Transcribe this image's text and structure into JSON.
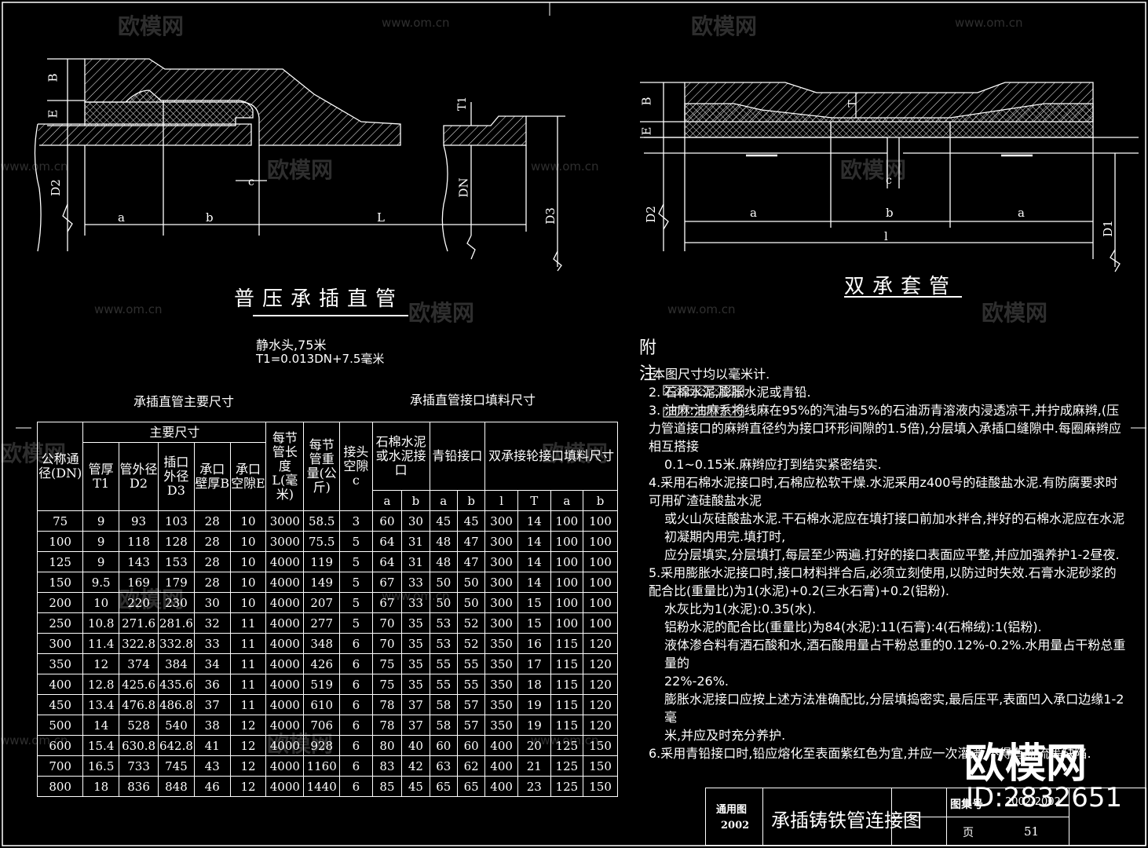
{
  "left_drawing": {
    "title": "普压承插直管",
    "dims": {
      "B": "B",
      "E": "E",
      "T1": "T1",
      "D2": "D2",
      "DN": "DN",
      "D3": "D3",
      "a": "a",
      "b": "b",
      "L": "L",
      "c": "c"
    },
    "note_line1": "静水头,75米",
    "note_line2": "T1=0.013DN+7.5毫米"
  },
  "right_drawing": {
    "title": "双承套管",
    "dims": {
      "B": "B",
      "E": "E",
      "T": "T",
      "D2": "D2",
      "D1": "D1",
      "a": "a",
      "b": "b",
      "l": "l",
      "c": "c"
    }
  },
  "table_titles": {
    "main_dims": "承插直管主要尺寸",
    "joint_fill": "承插直管接口填料尺寸"
  },
  "table_headers": {
    "nominal": "公称通径(DN)",
    "main_size": "主要尺寸",
    "wall": "管厚T1",
    "od": "管外径D2",
    "socket_od": "插口外径D3",
    "bell_wall": "承口壁厚B",
    "bell_gap": "承口空隙E",
    "length": "每节管长度L(毫米)",
    "weight": "每节管重量(公斤)",
    "joint_gap": "接头空隙c",
    "asbestos": "石棉水泥或水泥接口",
    "lead": "青铅接口",
    "double": "双承接轮接口填料尺寸",
    "a": "a",
    "b": "b",
    "l": "l",
    "T": "T"
  },
  "table_rows": [
    [
      "75",
      "9",
      "93",
      "103",
      "28",
      "10",
      "3000",
      "58.5",
      "3",
      "60",
      "30",
      "45",
      "45",
      "300",
      "14",
      "100",
      "100"
    ],
    [
      "100",
      "9",
      "118",
      "128",
      "28",
      "10",
      "3000",
      "75.5",
      "5",
      "64",
      "31",
      "48",
      "47",
      "300",
      "14",
      "100",
      "100"
    ],
    [
      "125",
      "9",
      "143",
      "153",
      "28",
      "10",
      "4000",
      "119",
      "5",
      "64",
      "31",
      "48",
      "47",
      "300",
      "14",
      "100",
      "100"
    ],
    [
      "150",
      "9.5",
      "169",
      "179",
      "28",
      "10",
      "4000",
      "149",
      "5",
      "67",
      "33",
      "50",
      "50",
      "300",
      "14",
      "100",
      "100"
    ],
    [
      "200",
      "10",
      "220",
      "230",
      "30",
      "10",
      "4000",
      "207",
      "5",
      "67",
      "33",
      "50",
      "50",
      "300",
      "15",
      "100",
      "100"
    ],
    [
      "250",
      "10.8",
      "271.6",
      "281.6",
      "32",
      "11",
      "4000",
      "277",
      "5",
      "70",
      "35",
      "53",
      "52",
      "300",
      "15",
      "100",
      "100"
    ],
    [
      "300",
      "11.4",
      "322.8",
      "332.8",
      "33",
      "11",
      "4000",
      "348",
      "6",
      "70",
      "35",
      "53",
      "52",
      "350",
      "16",
      "115",
      "120"
    ],
    [
      "350",
      "12",
      "374",
      "384",
      "34",
      "11",
      "4000",
      "426",
      "6",
      "75",
      "35",
      "55",
      "55",
      "350",
      "17",
      "115",
      "120"
    ],
    [
      "400",
      "12.8",
      "425.6",
      "435.6",
      "36",
      "11",
      "4000",
      "519",
      "6",
      "75",
      "35",
      "55",
      "55",
      "350",
      "18",
      "115",
      "120"
    ],
    [
      "450",
      "13.4",
      "476.8",
      "486.8",
      "37",
      "11",
      "4000",
      "610",
      "6",
      "78",
      "37",
      "58",
      "57",
      "350",
      "19",
      "115",
      "120"
    ],
    [
      "500",
      "14",
      "528",
      "540",
      "38",
      "12",
      "4000",
      "706",
      "6",
      "78",
      "37",
      "58",
      "57",
      "350",
      "19",
      "115",
      "120"
    ],
    [
      "600",
      "15.4",
      "630.8",
      "642.8",
      "41",
      "12",
      "4000",
      "928",
      "6",
      "80",
      "40",
      "60",
      "60",
      "400",
      "20",
      "125",
      "150"
    ],
    [
      "700",
      "16.5",
      "733",
      "745",
      "43",
      "12",
      "4000",
      "1160",
      "6",
      "83",
      "42",
      "63",
      "62",
      "400",
      "21",
      "125",
      "150"
    ],
    [
      "800",
      "18",
      "836",
      "848",
      "46",
      "12",
      "4000",
      "1440",
      "6",
      "85",
      "45",
      "65",
      "65",
      "400",
      "23",
      "125",
      "150"
    ]
  ],
  "notes": {
    "title": "附",
    "zhu": "注",
    "lines": [
      ".本图尺寸均以毫米计.",
      "2.                 石棉水泥,膨胀水泥或青铅.",
      "3.                 油麻:油麻系将线麻在95%的汽油与5%的石油沥青溶液内浸透凉干,并拧成麻辫,(压",
      "力管道接口的麻辫直径约为接口环形间隙的1.5倍),分层填入承插口缝隙中.每圈麻辫应相互搭接",
      "0.1~0.15米.麻辫应打到结实紧密结实.",
      "4.采用石棉水泥接口时,石棉应松软干燥.水泥采用z400号的硅酸盐水泥.有防腐要求时可用矿渣硅酸盐水泥",
      "或火山灰硅酸盐水泥.干石棉水泥应在填打接口前加水拌合,拌好的石棉水泥应在水泥初凝期内用完.填打时,",
      "应分层填实,分层填打,每层至少两遍.打好的接口表面应平整,并应加强养护1-2昼夜.",
      "5.采用膨胀水泥接口时,接口材料拌合后,必须立刻使用,以防过时失效.石膏水泥砂浆的配合比(重量比)为1(水泥)+0.2(三水石膏)+0.2(铝粉).",
      "水灰比为1(水泥):0.35(水).",
      "铝粉水泥的配合比(重量比)为84(水泥):11(石膏):4(石棉绒):1(铝粉).",
      "液体渗合料有酒石酸和水,酒石酸用量占干粉总重的0.12%-0.2%.水用量占干粉总重量的",
      "22%-26%.",
      "膨胀水泥接口应按上述方法准确配比,分层填捣密实,最后压平,表面凹入承口边缘1-2毫",
      "米,并应及时充分养护.",
      "6.采用青铅接口时,铅应熔化至表面紫红色为宜,并应一次灌满,不得有断流等缺陷."
    ]
  },
  "title_block": {
    "std_label": "通用图",
    "std_year": "2002",
    "drawing_title": "承插铸铁管连接图",
    "fig_no_label": "图集号",
    "fig_no": "2002-2002",
    "page_label": "页",
    "page_no": "51"
  },
  "watermarks": {
    "brand": "欧模网",
    "url": "www.om.cn",
    "big_brand": "欧模网",
    "id": "ID:2832651"
  },
  "colors": {
    "background": "#000000",
    "line": "#ffffff"
  }
}
